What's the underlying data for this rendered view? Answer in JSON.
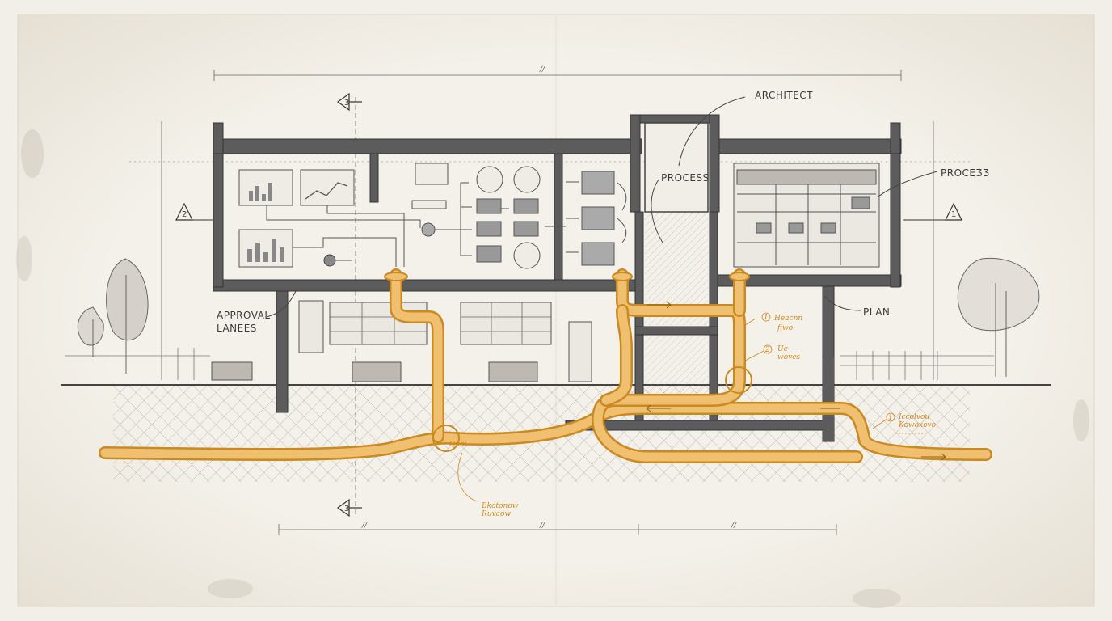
{
  "labels": {
    "architect": "ARCHITECT",
    "process_center": "PROCESS",
    "process_right": "PROCEƷƷ",
    "approval_lanes_1": "APPROVAL",
    "approval_lanes_2": "LANEES",
    "plan": "PLAN"
  },
  "markers": {
    "section_top": "3",
    "section_bottom": "3",
    "level_left": "2",
    "level_right": "1"
  },
  "dimension_marks": {
    "top": "∕∕",
    "bottom_left": "∕∕",
    "bottom_mid": "∕∕",
    "bottom_right": "∕∕"
  },
  "annotations": [
    {
      "num": "1",
      "line1": "Heacnn",
      "line2": "fiwo"
    },
    {
      "num": "2",
      "line1": "Ue",
      "line2": "woves"
    },
    {
      "num": "1",
      "line1": "Iccolvou",
      "line2": "Kowoxovo"
    },
    {
      "num": "",
      "line1": "Bkotonow",
      "line2": "Ruvaow"
    },
    {
      "num": "",
      "line1": "Qnni",
      "line2": ""
    }
  ],
  "colors": {
    "paper": "#f2efe9",
    "ink": "#4a4a4a",
    "wall": "#5a5a5a",
    "pipe": "#e6a53a",
    "pipe_dark": "#c98a22"
  }
}
